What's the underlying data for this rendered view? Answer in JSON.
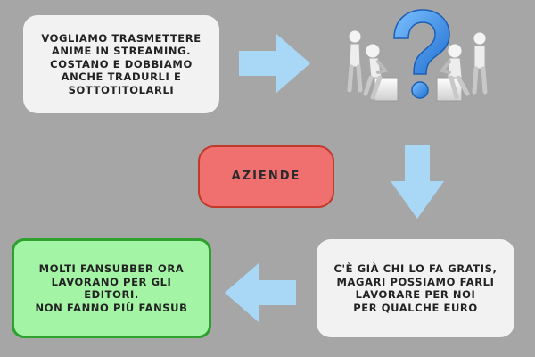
{
  "diagram": {
    "box_top": {
      "text": "VOGLIAMO TRASMETTERE\nANIME IN STREAMING.\nCOSTANO E DOBBIAMO\nANCHE TRADURLI E\nSOTTOTITOLARLI"
    },
    "box_aziende": {
      "text": "AZIENDE"
    },
    "box_right": {
      "text": "C'È GIÀ CHI LO FA GRATIS,\nMAGARI POSSIAMO FARLI\nLAVORARE  PER NOI\nPER QUALCHE EURO"
    },
    "box_left": {
      "text": "MOLTI FANSUBBER ORA\nLAVORANO PER GLI\nEDITORI.\nNON FANNO PIÙ FANSUB"
    },
    "illustration": {
      "icon": "thinking-figures-question-mark-icon"
    },
    "colors": {
      "background": "#a6a6a6",
      "arrow": "#a9d8f7",
      "neutral_box": "#f2f2f2",
      "aziende_fill": "#f07070",
      "aziende_border": "#c0392b",
      "final_fill": "#a4f4a6",
      "final_border": "#2ea02e",
      "question_mark": "#3d8fe0"
    }
  }
}
